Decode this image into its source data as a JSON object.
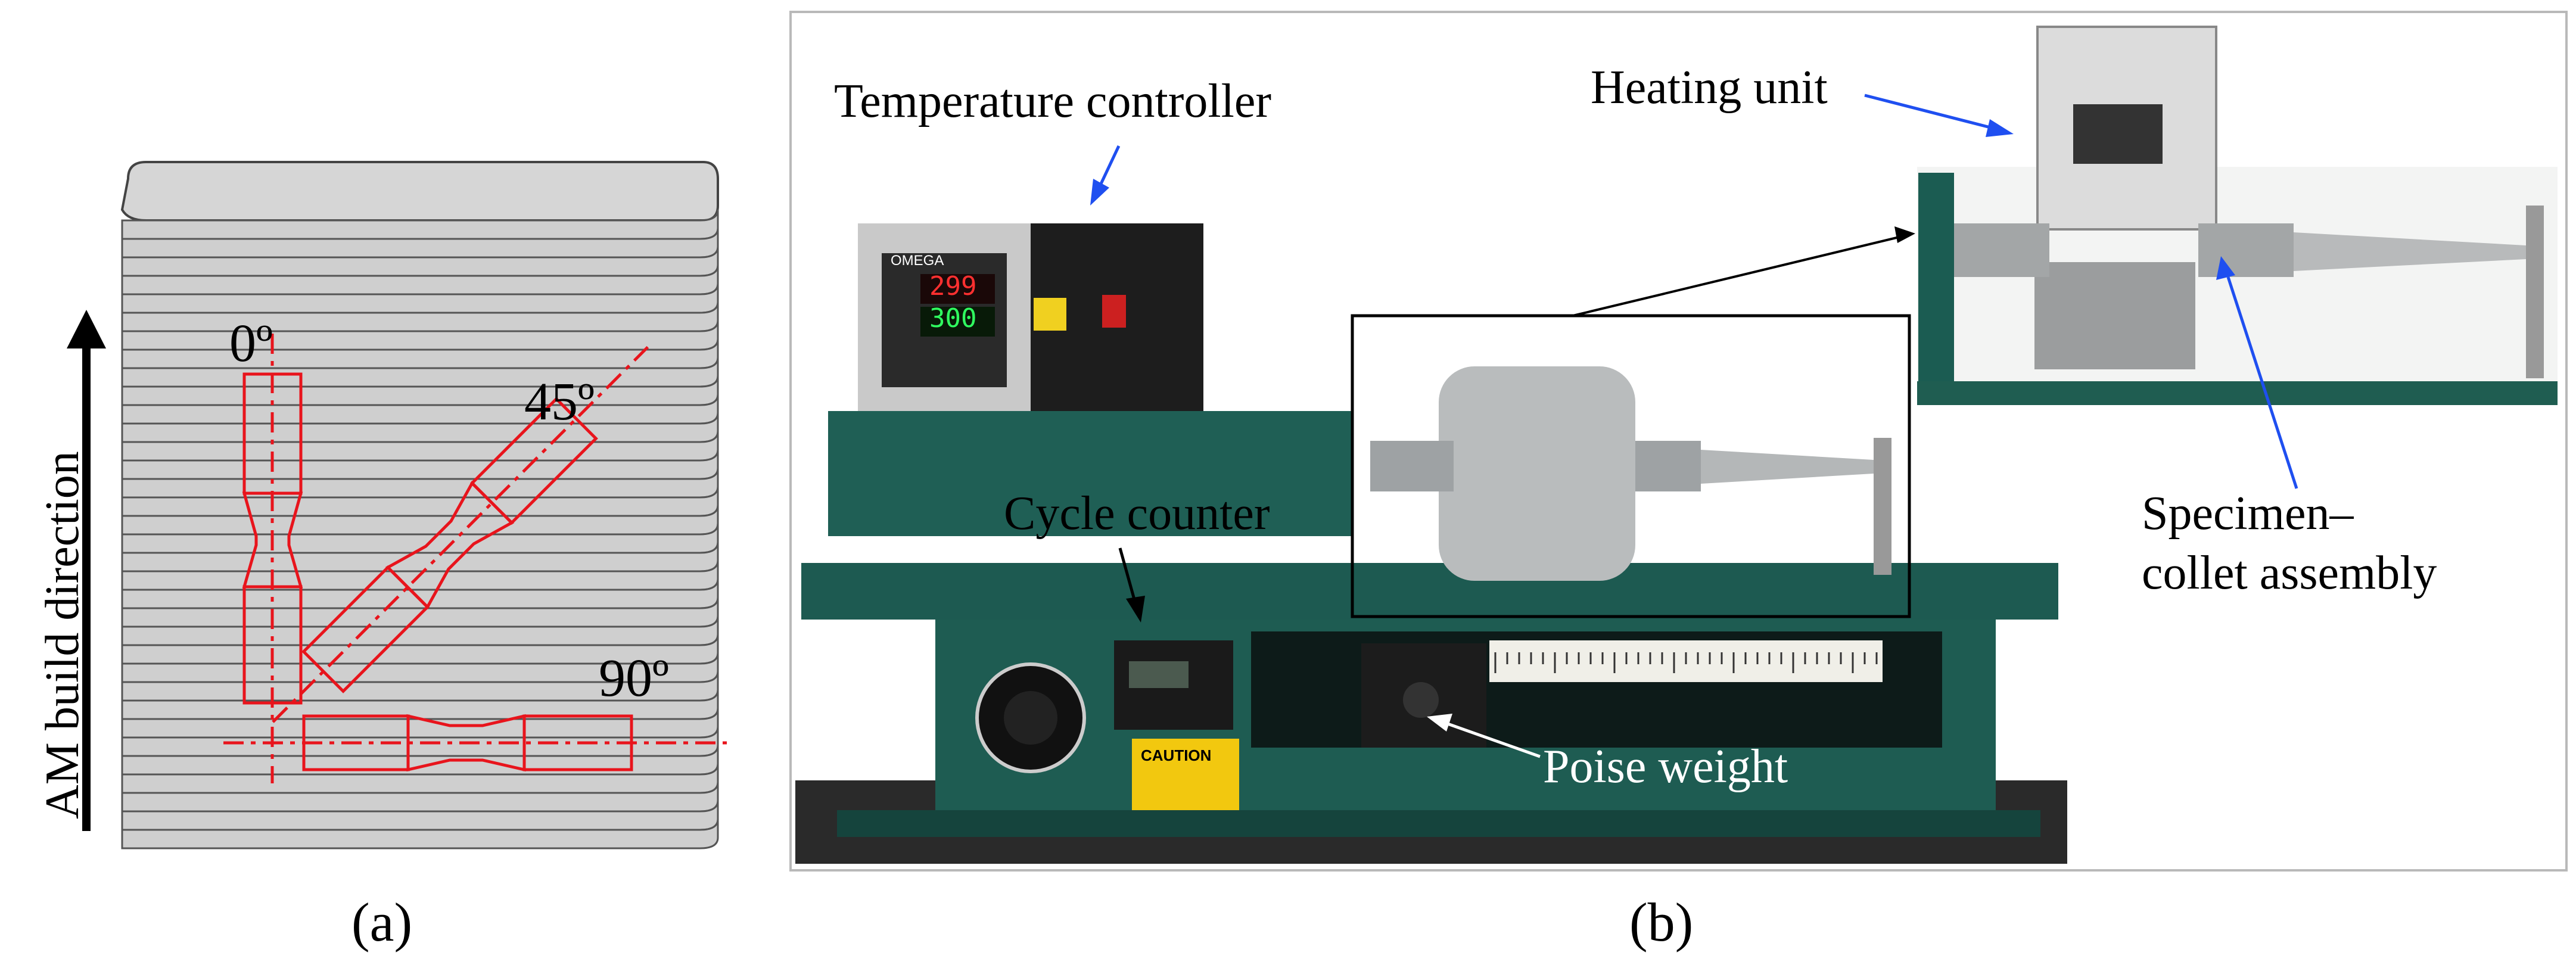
{
  "panel_a": {
    "build_direction_label": "AM build direction",
    "angle_0": "0º",
    "angle_45": "45º",
    "angle_90": "90º",
    "caption": "(a)"
  },
  "panel_b": {
    "temperature_controller_label": "Temperature controller",
    "heating_unit_label": "Heating unit",
    "cycle_counter_label": "Cycle counter",
    "specimen_collet_label_line1": "Specimen–",
    "specimen_collet_label_line2": "collet assembly",
    "poise_weight_label": "Poise weight",
    "controller_display_top": "299",
    "controller_display_bottom": "300",
    "controller_brand": "OMEGA",
    "caution_text": "CAUTION",
    "caption": "(b)"
  },
  "colors": {
    "specimen_outline": "#e8141c",
    "arrow_blue": "#1f4ff0",
    "machine_green": "#1e5c52",
    "layer_gray": "#cfcfcf"
  }
}
